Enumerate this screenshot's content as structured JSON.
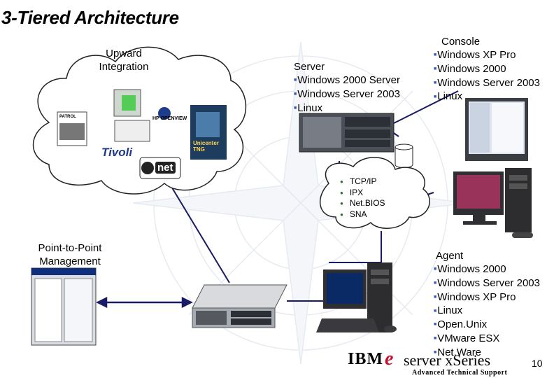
{
  "title": "3-Tiered Architecture",
  "upward": "Upward\nIntegration",
  "ptp": "Point-to-Point\nManagement",
  "server": {
    "heading": "Server",
    "items": [
      "Windows 2000 Server",
      "Windows Server 2003",
      "Linux"
    ]
  },
  "console": {
    "heading": "Console",
    "items": [
      "Windows XP Pro",
      "Windows 2000",
      "Windows Server 2003",
      "Linux"
    ]
  },
  "protocols": [
    "TCP/IP",
    "IPX",
    "Net.BIOS",
    "SNA"
  ],
  "agent": {
    "heading": "Agent",
    "items": [
      "Windows 2000",
      "Windows Server 2003",
      "Windows XP Pro",
      "Linux",
      "Open.Unix",
      "VMware ESX",
      "Net.Ware"
    ]
  },
  "logos": {
    "tivoli": "Tivoli",
    "hp": "HP OPENVIEW",
    "netiq": "net",
    "unicenter": "Unicenter TNG",
    "patrol": "PATROL"
  },
  "footer": {
    "ibm": "IBM",
    "eserver": "server xSeries",
    "tagline": "Advanced Technical Support",
    "page": "10"
  }
}
